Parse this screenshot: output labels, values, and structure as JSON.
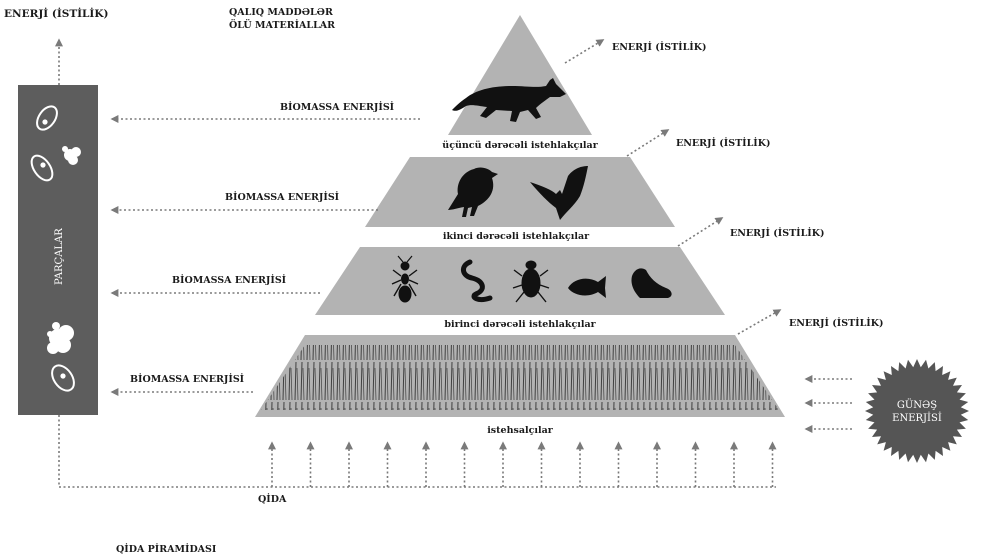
{
  "title": "QİDA PİRAMİDASI",
  "top_left_energy": "ENERJİ (İSTİLİK)",
  "dead_matter": [
    "QALIQ MADDƏLƏR",
    "ÖLÜ MATERİALLAR"
  ],
  "decomposers_label": "PARÇALAR",
  "sun_label": [
    "GÜNƏŞ",
    "ENERJİSİ"
  ],
  "food_label": "QİDA",
  "levels": [
    {
      "name": "üçüncü dərəcəli istehlakçılar",
      "biomass_label": "BİOMASSA ENERJİSİ",
      "heat_label": "ENERJİ (İSTİLİK)",
      "organisms": [
        "fox-icon"
      ]
    },
    {
      "name": "ikinci dərəcəli istehlakçılar",
      "biomass_label": "BİOMASSA ENERJİSİ",
      "heat_label": "ENERJİ (İSTİLİK)",
      "organisms": [
        "bird-icon",
        "bat-icon"
      ]
    },
    {
      "name": "birinci dərəcəli istehlakçılar",
      "biomass_label": "BİOMASSA ENERJİSİ",
      "heat_label": "ENERJİ (İSTİLİK)",
      "organisms": [
        "ant-icon",
        "worm-icon",
        "beetle-icon",
        "fish-icon",
        "caterpillar-icon"
      ]
    },
    {
      "name": "istehsalçılar",
      "biomass_label": "BİOMASSA ENERJİSİ",
      "heat_label": "ENERJİ (İSTİLİK)",
      "organisms": [
        "grass-icon"
      ]
    }
  ],
  "colors": {
    "tier_fill": "#b3b3b3",
    "decomposer_bar": "#5d5d5d",
    "arrow": "#7a7a7a",
    "sun": "#555555"
  }
}
